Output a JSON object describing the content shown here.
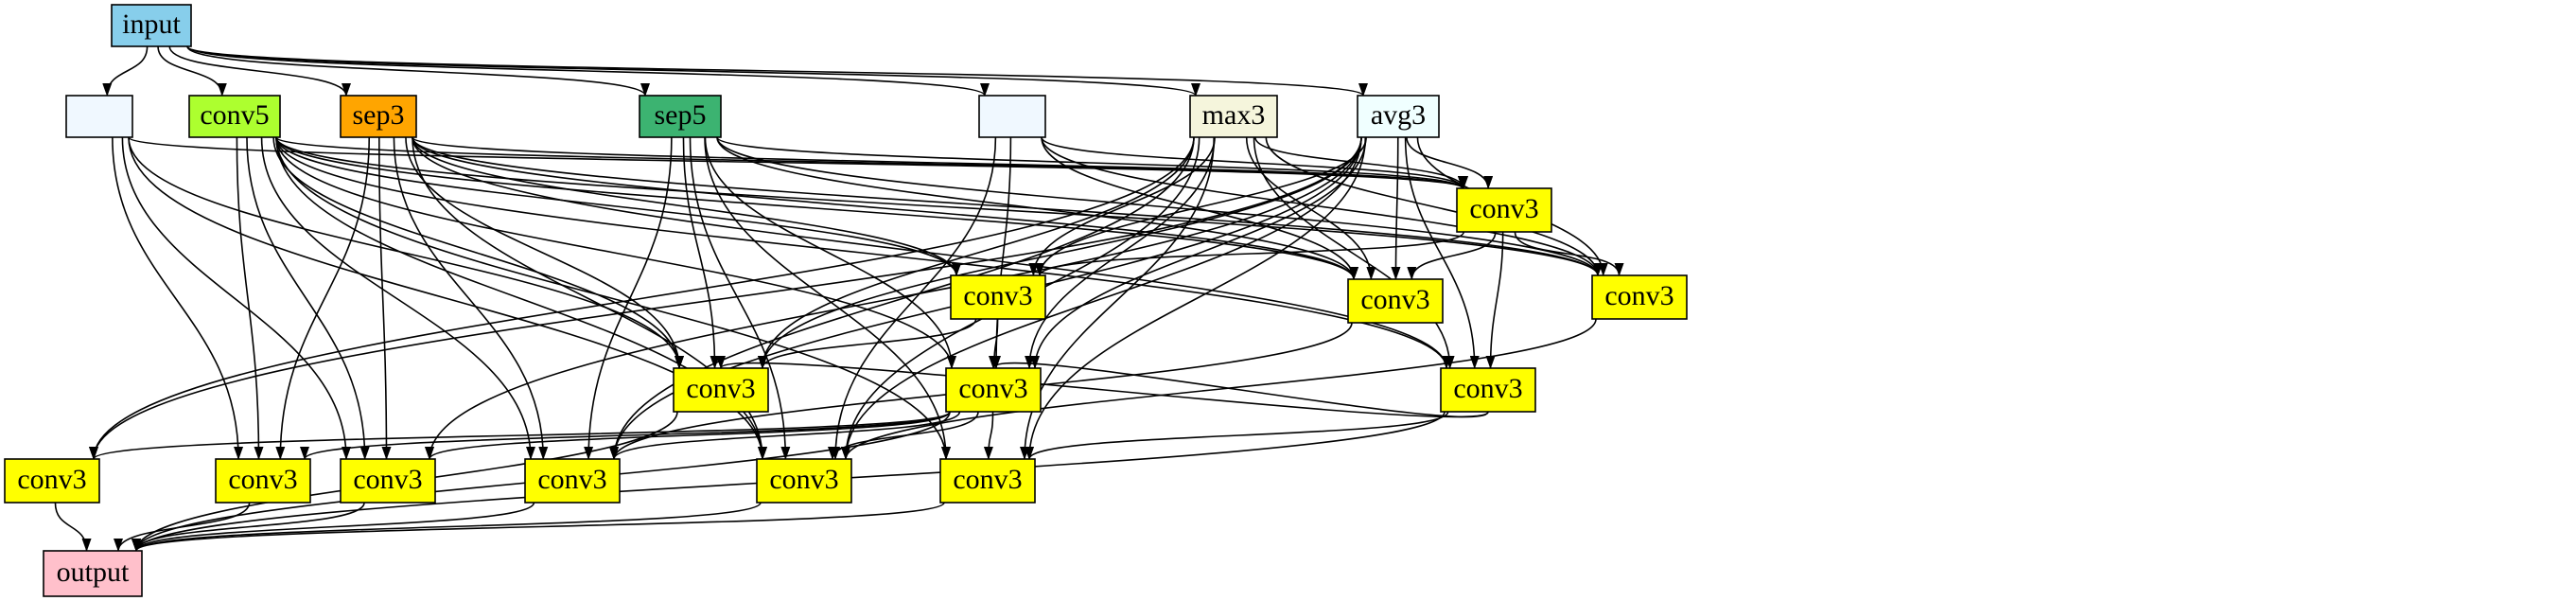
{
  "graph": {
    "nodes": [
      {
        "id": "input",
        "label": "input",
        "color": "#87CEEB"
      },
      {
        "id": "b1",
        "label": "",
        "color": "#F0F8FF"
      },
      {
        "id": "conv5",
        "label": "conv5",
        "color": "#ADFF2F"
      },
      {
        "id": "sep3",
        "label": "sep3",
        "color": "#FFA500"
      },
      {
        "id": "sep5",
        "label": "sep5",
        "color": "#3CB371"
      },
      {
        "id": "b2",
        "label": "",
        "color": "#F0F8FF"
      },
      {
        "id": "max3",
        "label": "max3",
        "color": "#F5F5DC"
      },
      {
        "id": "avg3",
        "label": "avg3",
        "color": "#F0FFFF"
      },
      {
        "id": "c1",
        "label": "conv3",
        "color": "#FFFF00"
      },
      {
        "id": "c2",
        "label": "conv3",
        "color": "#FFFF00"
      },
      {
        "id": "c3",
        "label": "conv3",
        "color": "#FFFF00"
      },
      {
        "id": "c4",
        "label": "conv3",
        "color": "#FFFF00"
      },
      {
        "id": "c5",
        "label": "conv3",
        "color": "#FFFF00"
      },
      {
        "id": "c6",
        "label": "conv3",
        "color": "#FFFF00"
      },
      {
        "id": "c7",
        "label": "conv3",
        "color": "#FFFF00"
      },
      {
        "id": "c8",
        "label": "conv3",
        "color": "#FFFF00"
      },
      {
        "id": "c9",
        "label": "conv3",
        "color": "#FFFF00"
      },
      {
        "id": "c10",
        "label": "conv3",
        "color": "#FFFF00"
      },
      {
        "id": "c11",
        "label": "conv3",
        "color": "#FFFF00"
      },
      {
        "id": "c12",
        "label": "conv3",
        "color": "#FFFF00"
      },
      {
        "id": "c13",
        "label": "conv3",
        "color": "#FFFF00"
      },
      {
        "id": "output",
        "label": "output",
        "color": "#FFC0CB"
      }
    ],
    "edges": [
      [
        "input",
        "b1"
      ],
      [
        "input",
        "conv5"
      ],
      [
        "input",
        "sep3"
      ],
      [
        "input",
        "sep5"
      ],
      [
        "input",
        "b2"
      ],
      [
        "input",
        "max3"
      ],
      [
        "input",
        "avg3"
      ],
      [
        "b1",
        "c9"
      ],
      [
        "b1",
        "c10"
      ],
      [
        "b1",
        "c12"
      ],
      [
        "b1",
        "c5"
      ],
      [
        "b1",
        "c1"
      ],
      [
        "conv5",
        "c9"
      ],
      [
        "conv5",
        "c10"
      ],
      [
        "conv5",
        "c11"
      ],
      [
        "conv5",
        "c12"
      ],
      [
        "conv5",
        "c2"
      ],
      [
        "conv5",
        "c1"
      ],
      [
        "conv5",
        "c3"
      ],
      [
        "conv5",
        "c4"
      ],
      [
        "conv5",
        "c6"
      ],
      [
        "conv5",
        "c7"
      ],
      [
        "conv5",
        "c5"
      ],
      [
        "conv5",
        "c13"
      ],
      [
        "sep3",
        "c9"
      ],
      [
        "sep3",
        "c10"
      ],
      [
        "sep3",
        "c11"
      ],
      [
        "sep3",
        "c12"
      ],
      [
        "sep3",
        "c2"
      ],
      [
        "sep3",
        "c1"
      ],
      [
        "sep3",
        "c3"
      ],
      [
        "sep3",
        "c4"
      ],
      [
        "sep3",
        "c5"
      ],
      [
        "sep3",
        "c7"
      ],
      [
        "sep5",
        "c1"
      ],
      [
        "sep5",
        "c3"
      ],
      [
        "sep5",
        "c4"
      ],
      [
        "sep5",
        "c5"
      ],
      [
        "sep5",
        "c6"
      ],
      [
        "sep5",
        "c11"
      ],
      [
        "sep5",
        "c12"
      ],
      [
        "sep5",
        "c13"
      ],
      [
        "b2",
        "c1"
      ],
      [
        "b2",
        "c3"
      ],
      [
        "b2",
        "c4"
      ],
      [
        "b2",
        "c6"
      ],
      [
        "b2",
        "c12"
      ],
      [
        "max3",
        "c1"
      ],
      [
        "max3",
        "c2"
      ],
      [
        "max3",
        "c3"
      ],
      [
        "max3",
        "c4"
      ],
      [
        "max3",
        "c5"
      ],
      [
        "max3",
        "c6"
      ],
      [
        "max3",
        "c7"
      ],
      [
        "max3",
        "c8"
      ],
      [
        "max3",
        "c11"
      ],
      [
        "max3",
        "c12"
      ],
      [
        "max3",
        "c13"
      ],
      [
        "avg3",
        "c1"
      ],
      [
        "avg3",
        "c2"
      ],
      [
        "avg3",
        "c3"
      ],
      [
        "avg3",
        "c4"
      ],
      [
        "avg3",
        "c5"
      ],
      [
        "avg3",
        "c6"
      ],
      [
        "avg3",
        "c7"
      ],
      [
        "avg3",
        "c8"
      ],
      [
        "avg3",
        "c10"
      ],
      [
        "avg3",
        "c11"
      ],
      [
        "avg3",
        "c12"
      ],
      [
        "avg3",
        "c13"
      ],
      [
        "c1",
        "c2"
      ],
      [
        "c1",
        "c3"
      ],
      [
        "c1",
        "c4"
      ],
      [
        "c1",
        "c7"
      ],
      [
        "c2",
        "c5"
      ],
      [
        "c2",
        "c6"
      ],
      [
        "c6",
        "c8"
      ],
      [
        "c6",
        "c9"
      ],
      [
        "c6",
        "c10"
      ],
      [
        "c6",
        "c11"
      ],
      [
        "c6",
        "c12"
      ],
      [
        "c6",
        "c13"
      ],
      [
        "c7",
        "c6"
      ],
      [
        "c7",
        "c5"
      ],
      [
        "c3",
        "c11"
      ],
      [
        "c4",
        "c12"
      ],
      [
        "c7",
        "c13"
      ],
      [
        "c9",
        "output"
      ],
      [
        "c10",
        "output"
      ],
      [
        "c11",
        "output"
      ],
      [
        "c12",
        "output"
      ],
      [
        "c13",
        "output"
      ],
      [
        "c5",
        "output"
      ],
      [
        "c8",
        "output"
      ],
      [
        "c7",
        "output"
      ],
      [
        "c6",
        "output"
      ]
    ]
  }
}
